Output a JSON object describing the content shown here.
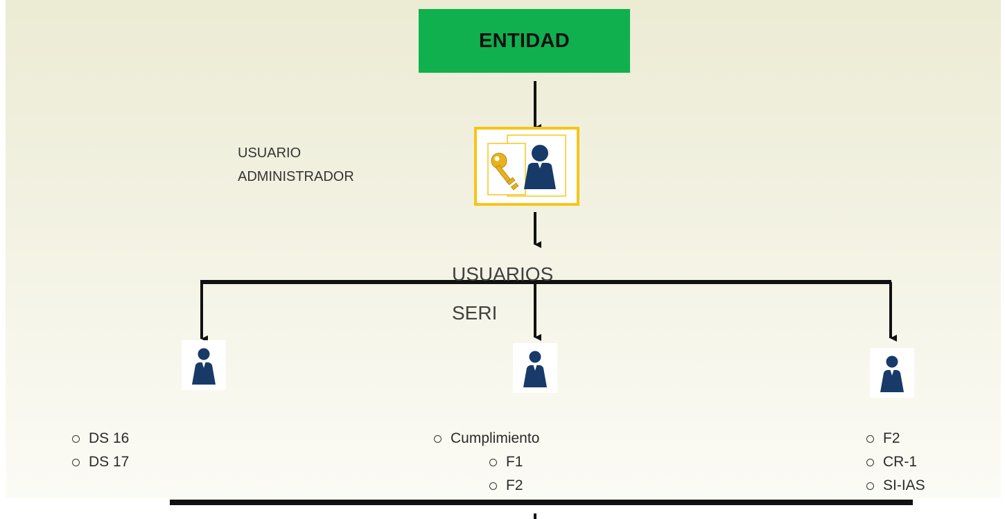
{
  "entity": {
    "label": "ENTIDAD"
  },
  "admin": {
    "label_line1": "USUARIO",
    "label_line2": "ADMINISTRADOR",
    "icon": "key-user-icon"
  },
  "users": {
    "label_line1": "USUARIOS",
    "label_line2": "SERI",
    "icon": "user-icon"
  },
  "groups": [
    {
      "items": [
        "DS 16",
        "DS 17"
      ]
    },
    {
      "items": [
        "Cumplimiento",
        "F1",
        "F2"
      ]
    },
    {
      "items": [
        "F2",
        "CR-1",
        "SI-IAS"
      ]
    }
  ],
  "colors": {
    "entity_green": "#10b04f",
    "admin_frame_yellow": "#f5c518",
    "user_navy": "#183a68",
    "key_gold": "#e9b21c",
    "connector": "#111111"
  }
}
